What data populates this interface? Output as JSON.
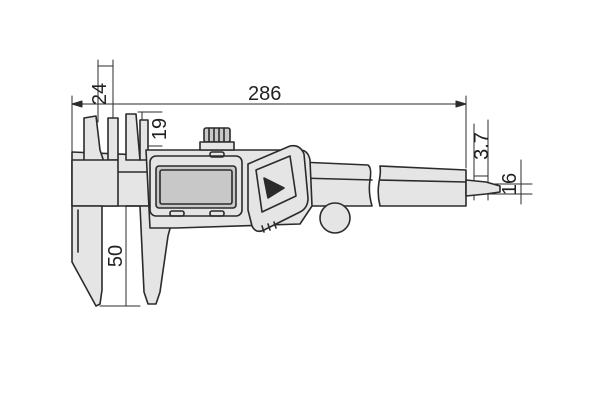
{
  "drawing": {
    "colors": {
      "line": "#2b2b2b",
      "body_fill": "#e5e5e5",
      "dark_fill": "#c8c8c8",
      "background": "#ffffff"
    },
    "dimensions": {
      "overall_length": "286",
      "jaw_depth_outside": "50",
      "jaw_depth_inside": "24",
      "inside_jaw_length": "19",
      "beam_thickness": "3.7",
      "beam_width": "16"
    },
    "display_icon": "play-triangle-icon"
  }
}
